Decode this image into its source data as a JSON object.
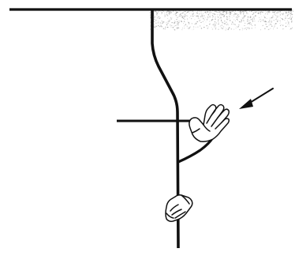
{
  "diagram": {
    "elements": [
      "ceiling-line",
      "ceiling-texture",
      "hanging-rope",
      "horizontal-bar",
      "upper-hand-icon",
      "lower-hand-icon",
      "pointer-arrow-icon"
    ],
    "colors": {
      "ink": "#111111",
      "texture": "#9a9a9a",
      "background": "#ffffff"
    }
  }
}
